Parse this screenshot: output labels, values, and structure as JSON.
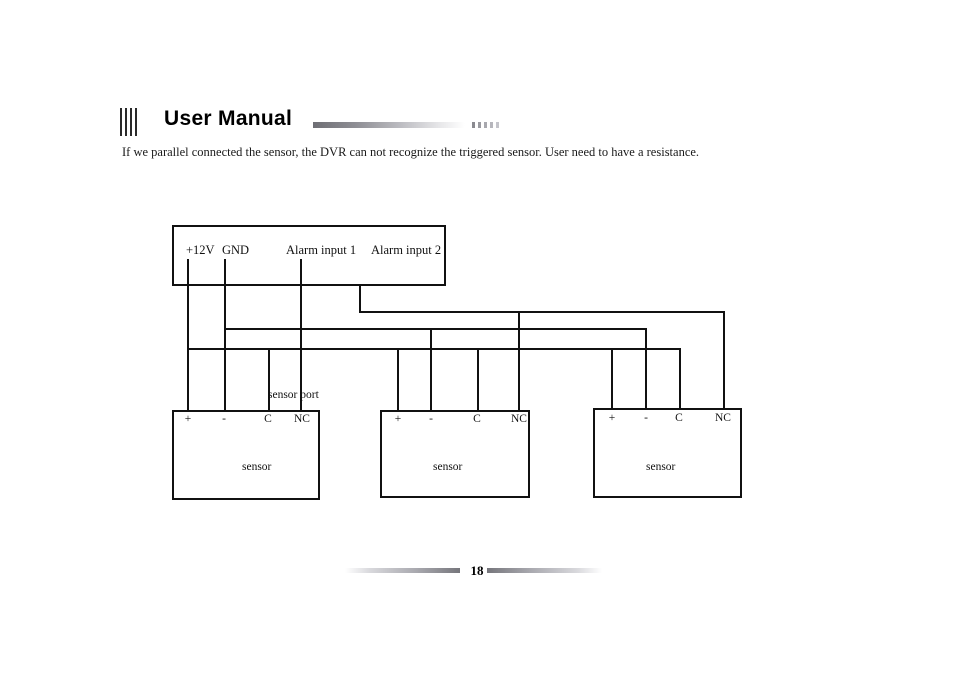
{
  "header": {
    "title": "User Manual",
    "bar_count": 4,
    "dot_count": 5
  },
  "body": {
    "paragraph": "If we parallel connected the sensor, the DVR can not recognize the triggered sensor. User need to have a resistance."
  },
  "diagram": {
    "dvr": {
      "terminals": [
        {
          "label": "+12V"
        },
        {
          "label": "GND"
        },
        {
          "label": "Alarm input 1"
        },
        {
          "label": "Alarm input 2"
        }
      ]
    },
    "annotation": "sensor port",
    "sensors": [
      {
        "caption": "sensor",
        "pins": [
          "+",
          "-",
          "C",
          "NC"
        ]
      },
      {
        "caption": "sensor",
        "pins": [
          "+",
          "-",
          "C",
          "NC"
        ]
      },
      {
        "caption": "sensor",
        "pins": [
          "+",
          "-",
          "C",
          "NC"
        ]
      }
    ]
  },
  "footer": {
    "page_number": "18"
  },
  "colors": {
    "ink": "#111111",
    "text": "#1a1a1a",
    "rule_dark": "#76767c",
    "paper": "#ffffff"
  }
}
